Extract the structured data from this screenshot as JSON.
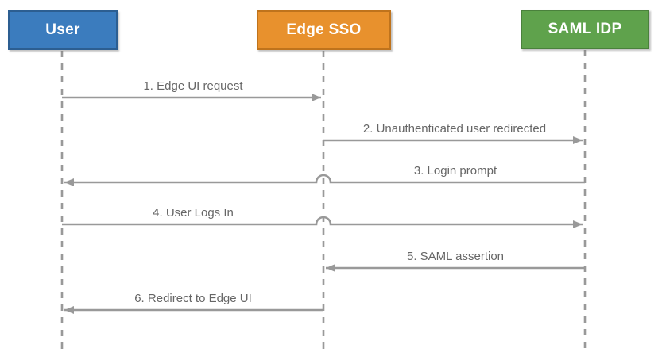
{
  "diagram": {
    "type": "sequence",
    "actors": [
      {
        "id": "user",
        "label": "User"
      },
      {
        "id": "edge-sso",
        "label": "Edge SSO"
      },
      {
        "id": "saml-idp",
        "label": "SAML IDP"
      }
    ],
    "messages": [
      {
        "seq": 1,
        "label": "1. Edge UI request",
        "from": "user",
        "to": "edge-sso",
        "direction": "right"
      },
      {
        "seq": 2,
        "label": "2. Unauthenticated user redirected",
        "from": "edge-sso",
        "to": "saml-idp",
        "direction": "right"
      },
      {
        "seq": 3,
        "label": "3. Login prompt",
        "from": "saml-idp",
        "to": "user",
        "direction": "left"
      },
      {
        "seq": 4,
        "label": "4. User Logs In",
        "from": "user",
        "to": "saml-idp",
        "direction": "right"
      },
      {
        "seq": 5,
        "label": "5. SAML assertion",
        "from": "saml-idp",
        "to": "edge-sso",
        "direction": "left"
      },
      {
        "seq": 6,
        "label": "6. Redirect to Edge UI",
        "from": "edge-sso",
        "to": "user",
        "direction": "left"
      }
    ]
  },
  "colors": {
    "background": "#FFFFFF",
    "line": "#999999",
    "message-text": "#666666",
    "actor-text": "#FFFFFF",
    "actor-user-fill": "#3B7CBE",
    "actor-user-stroke": "#2C5E91",
    "actor-edge-sso-fill": "#E8912D",
    "actor-edge-sso-stroke": "#BF731C",
    "actor-saml-idp-fill": "#5FA24C",
    "actor-saml-idp-stroke": "#4A813C"
  }
}
